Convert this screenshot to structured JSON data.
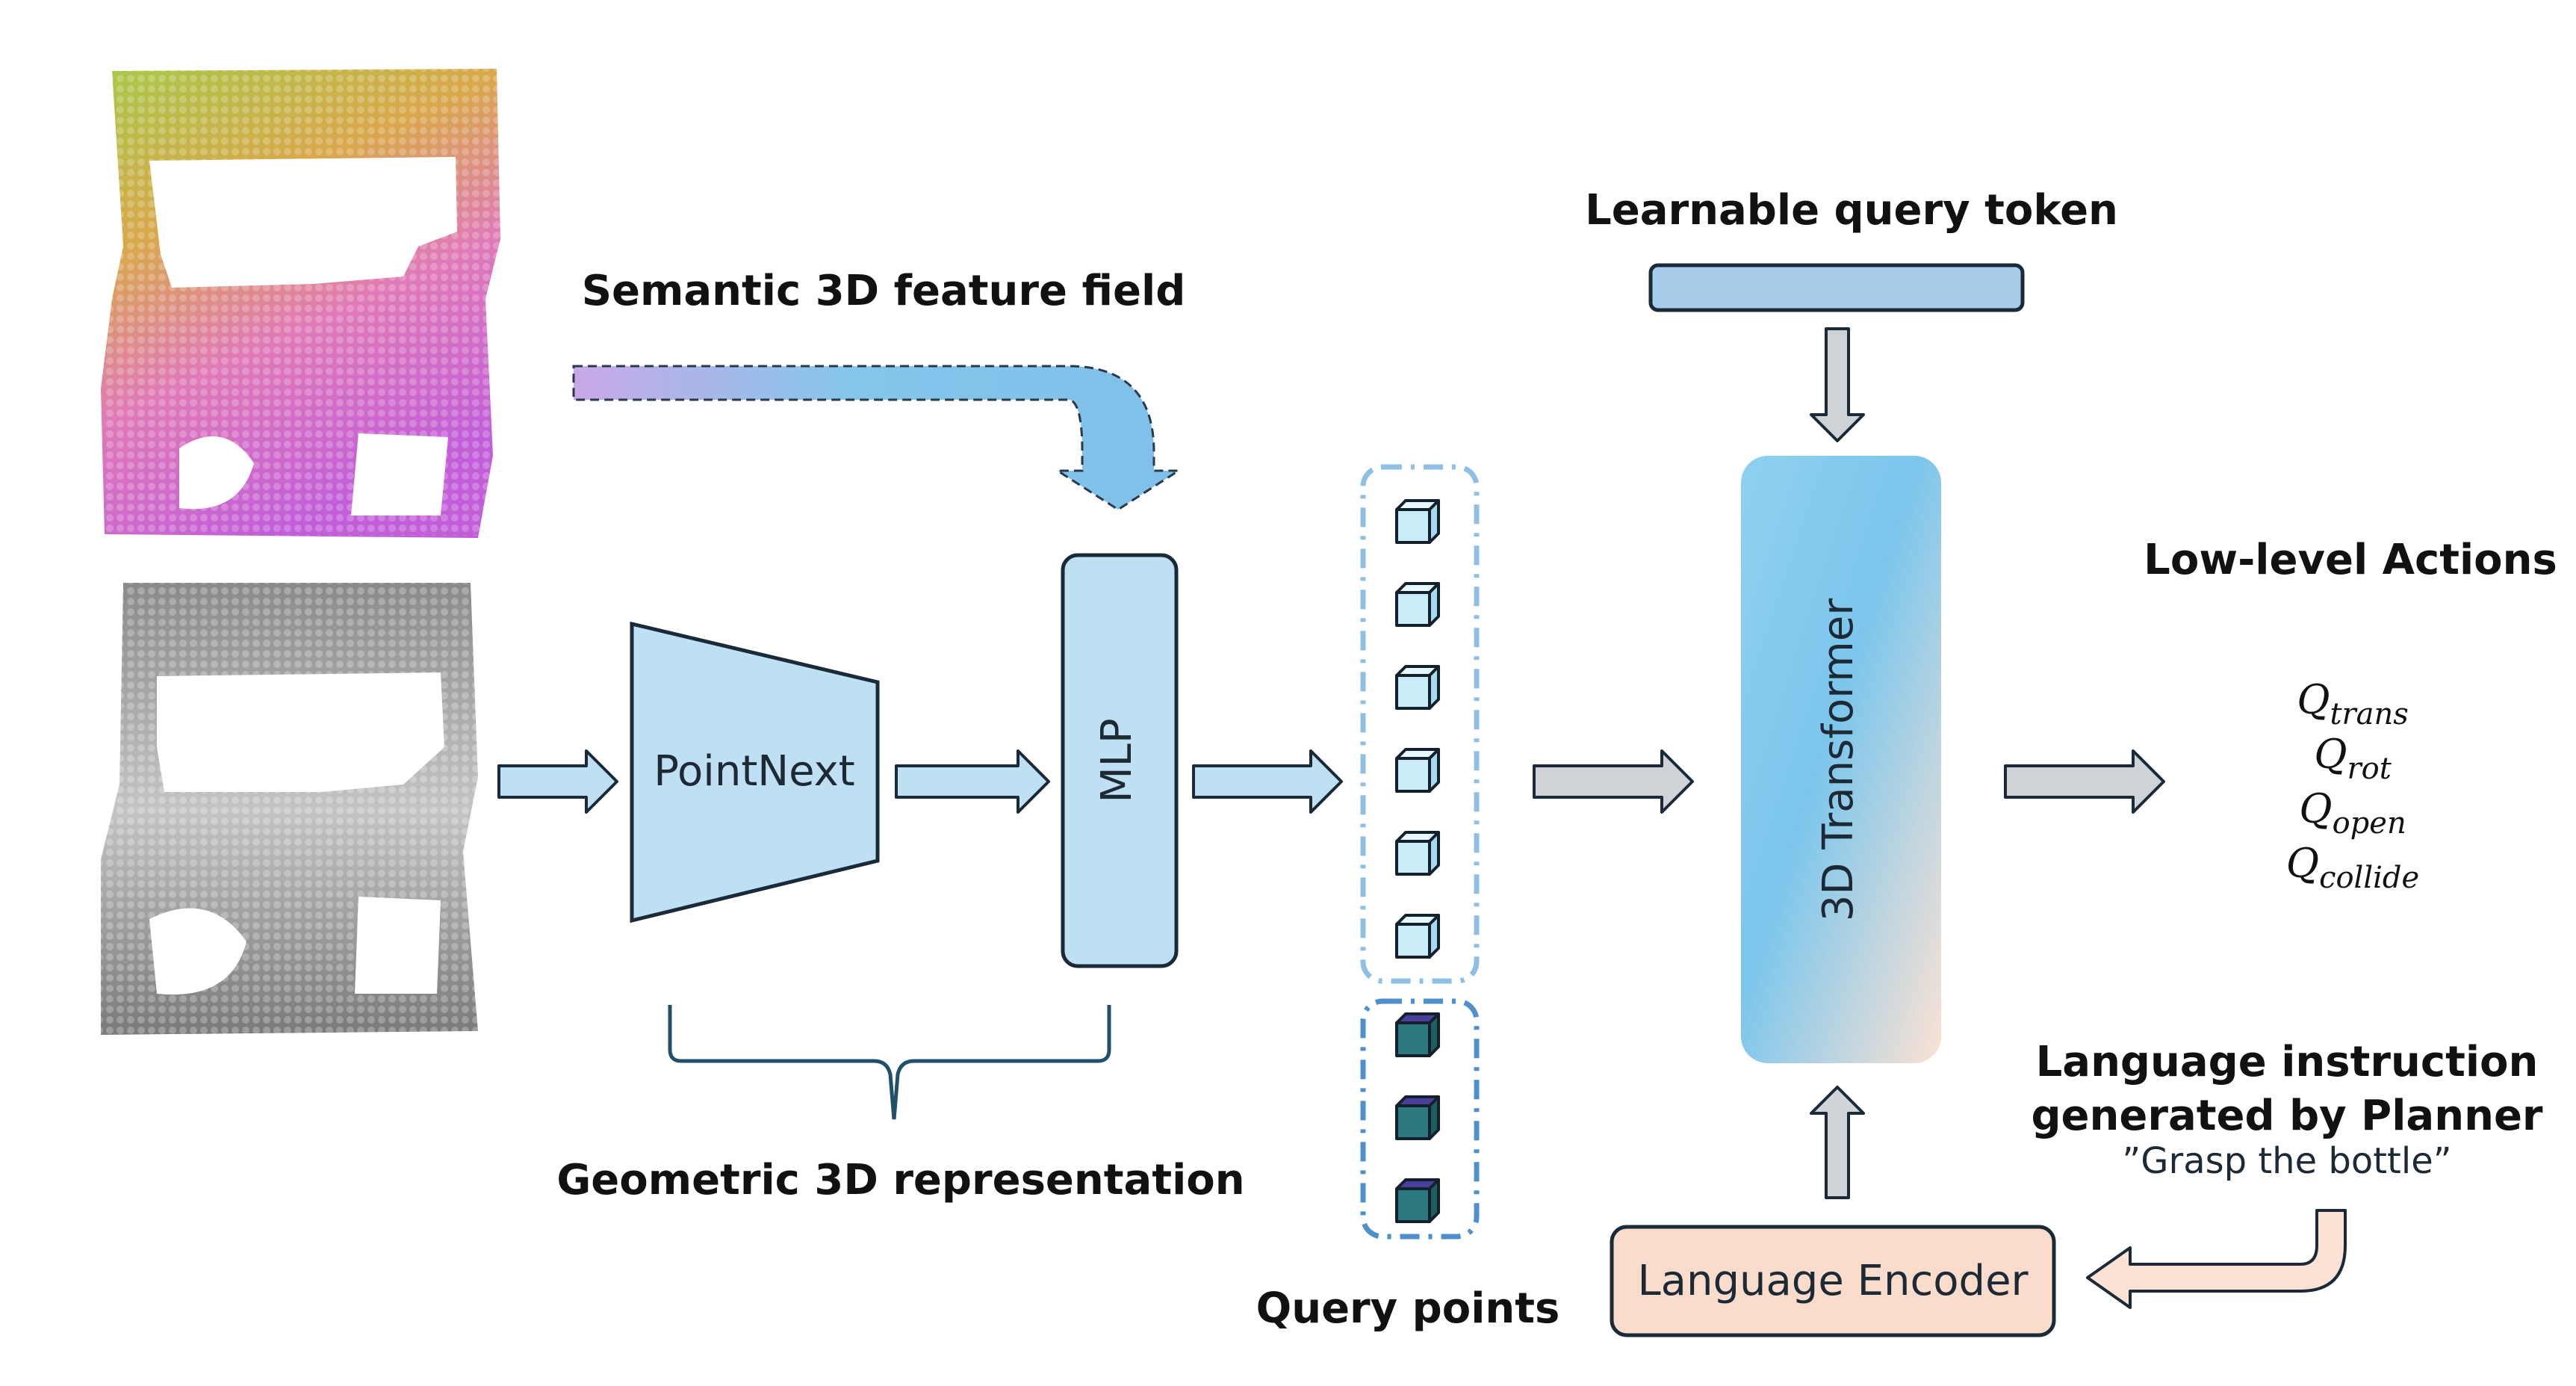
{
  "labels": {
    "semantic_field": "Semantic 3D feature field",
    "geometric_repr": "Geometric 3D representation",
    "query_points": "Query points",
    "learnable_token": "Learnable query token",
    "low_level_actions": "Low-level Actions",
    "lang_instr_line1": "Language instruction",
    "lang_instr_line2": "generated by Planner",
    "example_instruction": "”Grasp the bottle”"
  },
  "blocks": {
    "pointnext": "PointNext",
    "mlp": "MLP",
    "transformer": "3D Transformer",
    "language_encoder": "Language Encoder"
  },
  "actions": [
    {
      "symbol": "Q",
      "subscript": "trans"
    },
    {
      "symbol": "Q",
      "subscript": "rot"
    },
    {
      "symbol": "Q",
      "subscript": "open"
    },
    {
      "symbol": "Q",
      "subscript": "collide"
    }
  ],
  "query_points": {
    "light_count": 6,
    "dark_count": 3
  },
  "colors": {
    "block_fill": "#bfe0f3",
    "block_stroke": "#1b2a38",
    "token_fill": "#a8cdea",
    "encoder_fill": "#f9dccc",
    "arrow_blue": "#bfe0f3",
    "arrow_gray": "#cfd3d7",
    "cube_light": "#c9ecf8",
    "cube_dark": "#2c7a80"
  }
}
